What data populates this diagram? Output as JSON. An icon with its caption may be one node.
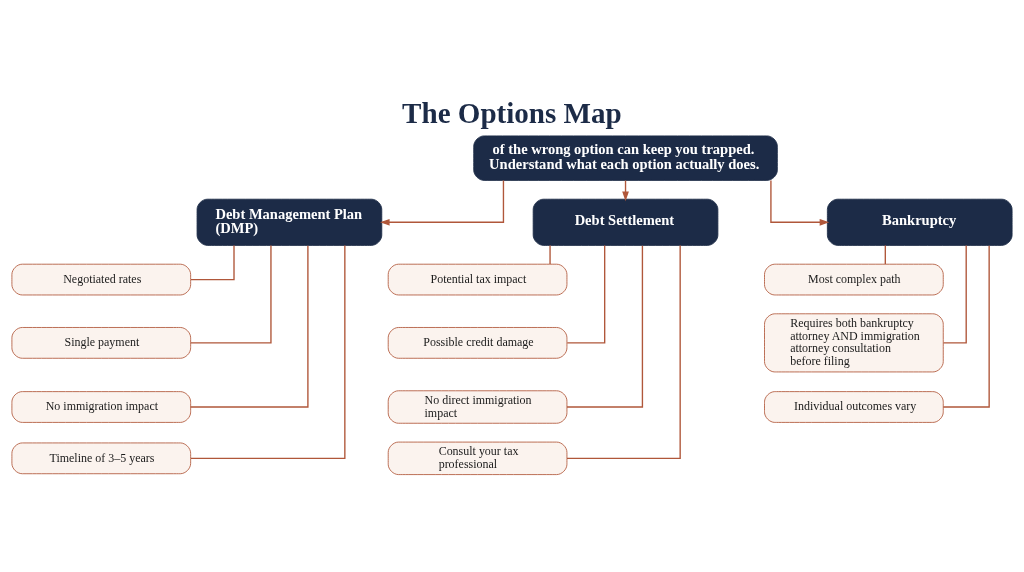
{
  "diagram": {
    "title": "The Options Map",
    "nodes": [
      {
        "text": [
          "of the wrong option can keep you trapped. Understand what each option actually does."
        ]
      },
      {
        "text": [
          "Debt Management Plan (DMP)"
        ]
      },
      {
        "text": [
          "Negotiated rates"
        ]
      },
      {
        "text": [
          "Single payment"
        ]
      },
      {
        "text": [
          "No immigration impact"
        ]
      },
      {
        "text": [
          "Timeline of 3–5 years"
        ]
      },
      {
        "text": [
          "Debt Settlement"
        ]
      },
      {
        "text": [
          "Potential tax impact"
        ]
      },
      {
        "text": [
          "Possible credit damage"
        ]
      },
      {
        "text": [
          "No direct immigration impact"
        ]
      },
      {
        "text": [
          "Consult your tax professional"
        ]
      },
      {
        "text": [
          "Bankruptcy"
        ]
      },
      {
        "text": [
          "Most complex path"
        ]
      },
      {
        "text": [
          "Requires both bankruptcy attorney AND immigration attorney consultation before filing"
        ]
      },
      {
        "text": [
          "Individual outcomes vary"
        ]
      }
    ],
    "edges": [
      {
        "from": 0,
        "to": 1,
        "arrow": "to"
      },
      {
        "from": 0,
        "to": 6,
        "arrow": "to"
      },
      {
        "from": 0,
        "to": 11,
        "arrow": "to"
      },
      {
        "from": 1,
        "to": 2,
        "arrow": "none"
      },
      {
        "from": 1,
        "to": 3,
        "arrow": "none"
      },
      {
        "from": 1,
        "to": 4,
        "arrow": "none"
      },
      {
        "from": 1,
        "to": 5,
        "arrow": "none"
      },
      {
        "from": 6,
        "to": 7,
        "arrow": "none"
      },
      {
        "from": 6,
        "to": 8,
        "arrow": "none"
      },
      {
        "from": 6,
        "to": 9,
        "arrow": "none"
      },
      {
        "from": 6,
        "to": 10,
        "arrow": "none"
      },
      {
        "from": 11,
        "to": 12,
        "arrow": "none"
      },
      {
        "from": 11,
        "to": 13,
        "arrow": "none"
      },
      {
        "from": 11,
        "to": 14,
        "arrow": "none"
      }
    ]
  }
}
